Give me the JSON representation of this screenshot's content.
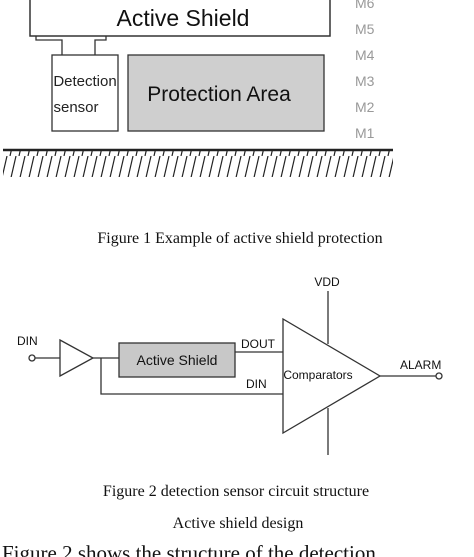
{
  "figure1": {
    "shield_label": "Active Shield",
    "sensor_label_line1": "Detection",
    "sensor_label_line2": "sensor",
    "protection_label": "Protection Area",
    "metal_layers": [
      "M6",
      "M5",
      "M4",
      "M3",
      "M2",
      "M1"
    ],
    "caption": "Figure 1 Example of active shield protection"
  },
  "figure2": {
    "din_in_label": "DIN",
    "shield_label": "Active Shield",
    "dout_label": "DOUT",
    "din_label": "DIN",
    "vdd_label": "VDD",
    "comparator_label": "Comparators",
    "alarm_label": "ALARM",
    "caption": "Figure 2 detection sensor circuit structure"
  },
  "section_title": "Active shield design",
  "body_fragment": "Figure 2 shows the structure of the detection"
}
